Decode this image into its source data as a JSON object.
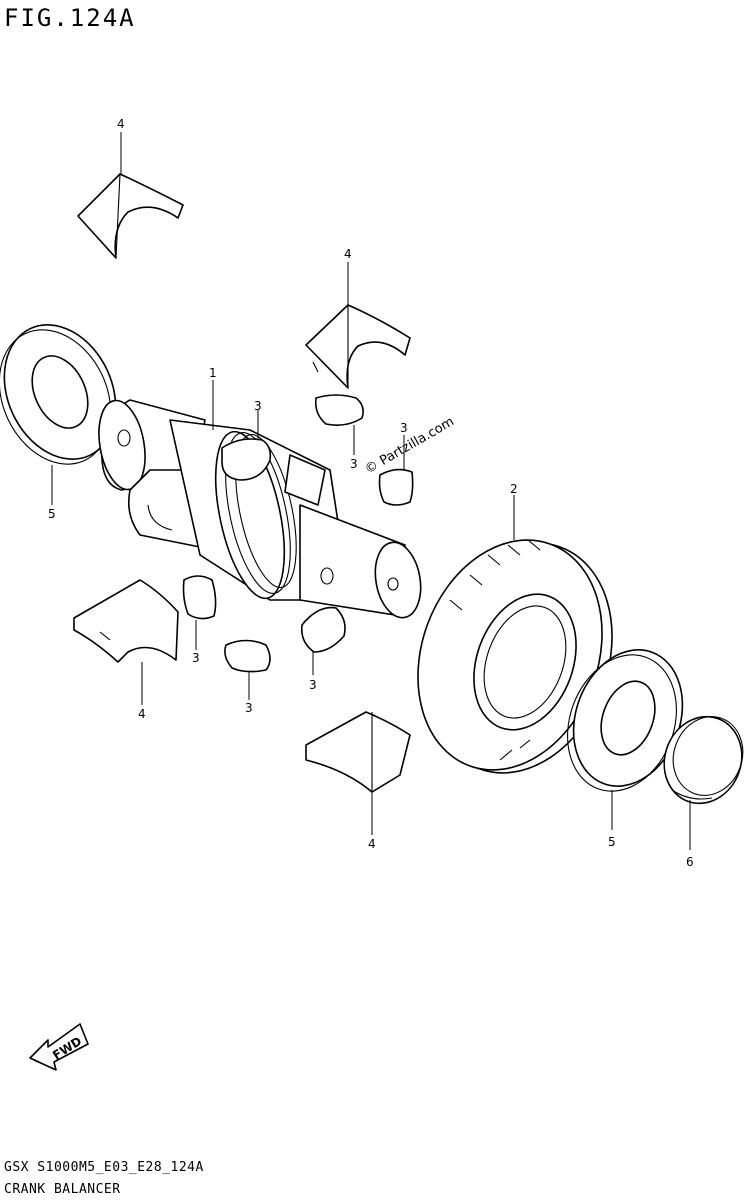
{
  "figure": {
    "title": "FIG.124A",
    "footer_code": "GSX S1000M5_E03_E28_124A",
    "footer_name": "CRANK BALANCER",
    "watermark": "© Partzilla.com",
    "fwd_label": "FWD"
  },
  "callouts": {
    "c1": "1",
    "c2": "2",
    "c3a": "3",
    "c3b": "3",
    "c3c": "3",
    "c3d": "3",
    "c3e": "3",
    "c3f": "3",
    "c4a": "4",
    "c4b": "4",
    "c4c": "4",
    "c4d": "4",
    "c5a": "5",
    "c5b": "5",
    "c6": "6"
  }
}
